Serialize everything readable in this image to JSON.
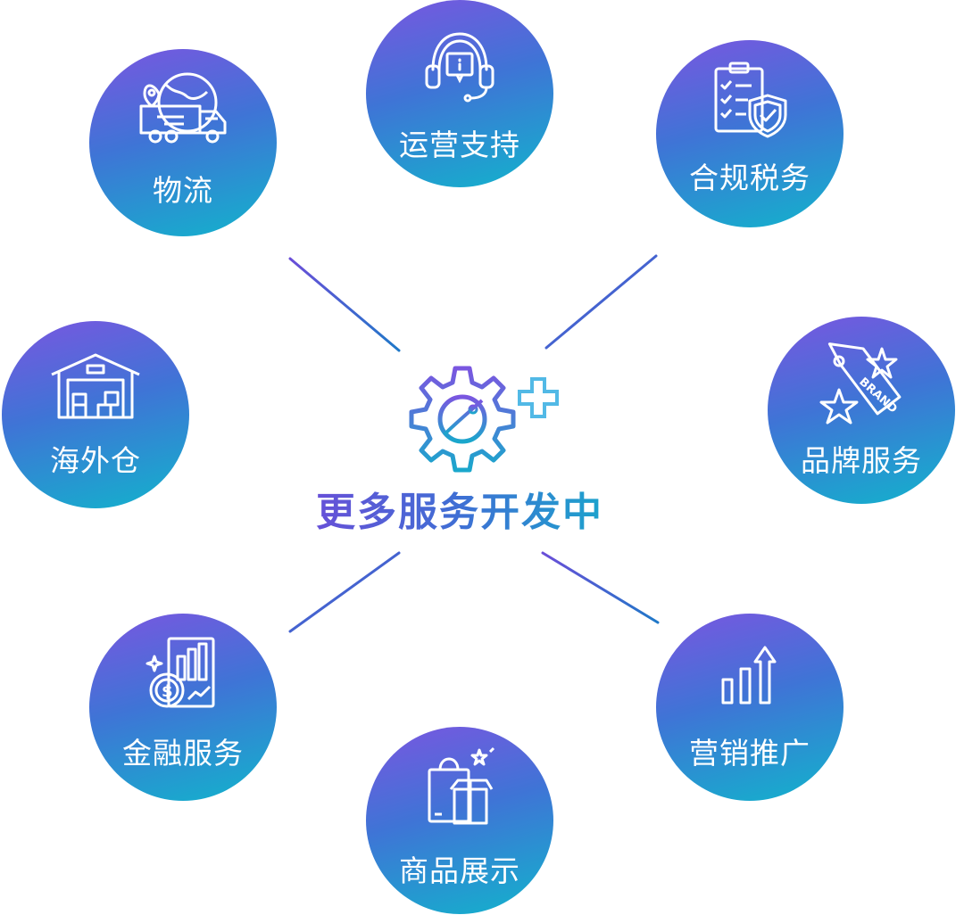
{
  "center": {
    "title": "更多服务开发中"
  },
  "services": [
    {
      "key": "ops",
      "label": "运营支持",
      "icon": "headset-icon"
    },
    {
      "key": "tax",
      "label": "合规税务",
      "icon": "clipboard-shield-icon"
    },
    {
      "key": "brand",
      "label": "品牌服务",
      "icon": "brand-tag-icon"
    },
    {
      "key": "marketing",
      "label": "营销推广",
      "icon": "growth-chart-icon"
    },
    {
      "key": "product",
      "label": "商品展示",
      "icon": "shopping-bag-box-icon"
    },
    {
      "key": "finance",
      "label": "金融服务",
      "icon": "finance-chart-icon"
    },
    {
      "key": "warehouse",
      "label": "海外仓",
      "icon": "warehouse-icon"
    },
    {
      "key": "logistics",
      "label": "物流",
      "icon": "delivery-truck-icon"
    }
  ],
  "colors": {
    "gradient_top": "#7a56e0",
    "gradient_mid": "#3f74d6",
    "gradient_bottom": "#12b3cc",
    "line": "#3a63c8"
  }
}
